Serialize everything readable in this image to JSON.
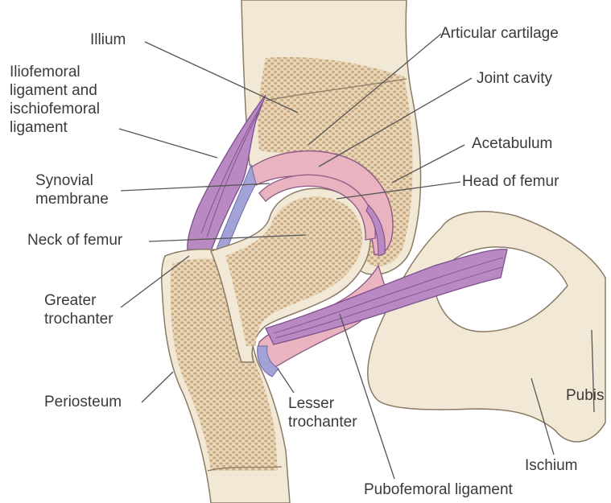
{
  "labels": {
    "illium": "Illium",
    "iliofemoral": [
      "Iliofemoral",
      "ligament and",
      "ischiofemoral",
      "ligament"
    ],
    "synovial": [
      "Synovial",
      "membrane"
    ],
    "neck": "Neck of femur",
    "greater": [
      "Greater",
      "trochanter"
    ],
    "periosteum": "Periosteum",
    "articular": "Articular cartilage",
    "joint": "Joint cavity",
    "acetabulum": "Acetabulum",
    "head": "Head of femur",
    "pubis": "Pubis",
    "lesser": [
      "Lesser",
      "trochanter"
    ],
    "ischium": "Ischium",
    "pubofemoral": "Pubofemoral ligament"
  },
  "colors": {
    "bone": "#f2e8d6",
    "bone_outline": "#8a7a66",
    "spongy": "#e3cfae",
    "spongy_dot": "#c9a983",
    "cartilage": "#e9b3c0",
    "ligament": "#b889c3",
    "ligament_line": "#7d4f8c",
    "synovial": "#a3a2d6"
  }
}
